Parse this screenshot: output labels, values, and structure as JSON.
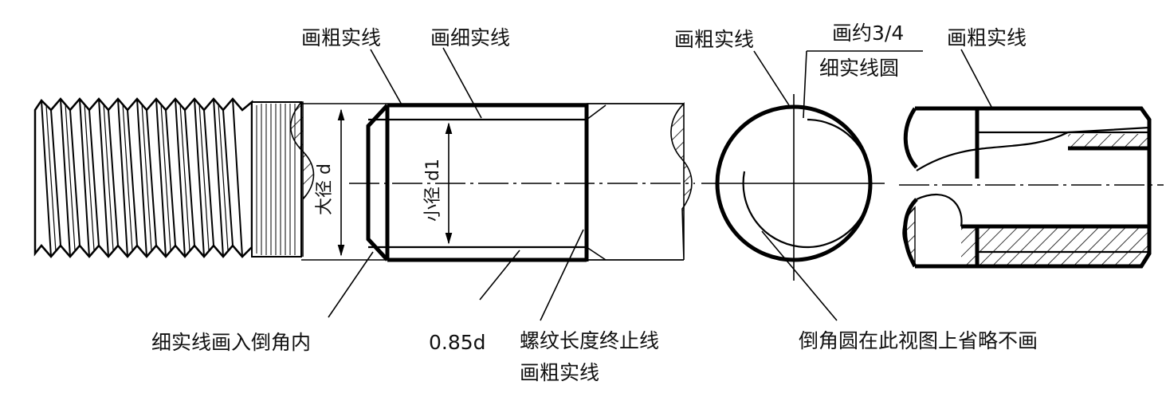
{
  "labels": {
    "thick_line_1": "画粗实线",
    "thin_line": "画细实线",
    "thick_line_2": "画粗实线",
    "three_quarter_circle_1": "画约3/4",
    "three_quarter_circle_2": "细实线圆",
    "thick_line_3": "画粗实线",
    "major_diameter": "大径 d",
    "minor_diameter": "小径 d1",
    "chamfer_note": "细实线画入倒角内",
    "ratio": "0.85d",
    "thread_end_1": "螺纹长度终止线",
    "thread_end_2": "画粗实线",
    "chamfer_circle_note": "倒角圆在此视图上省略不画"
  }
}
